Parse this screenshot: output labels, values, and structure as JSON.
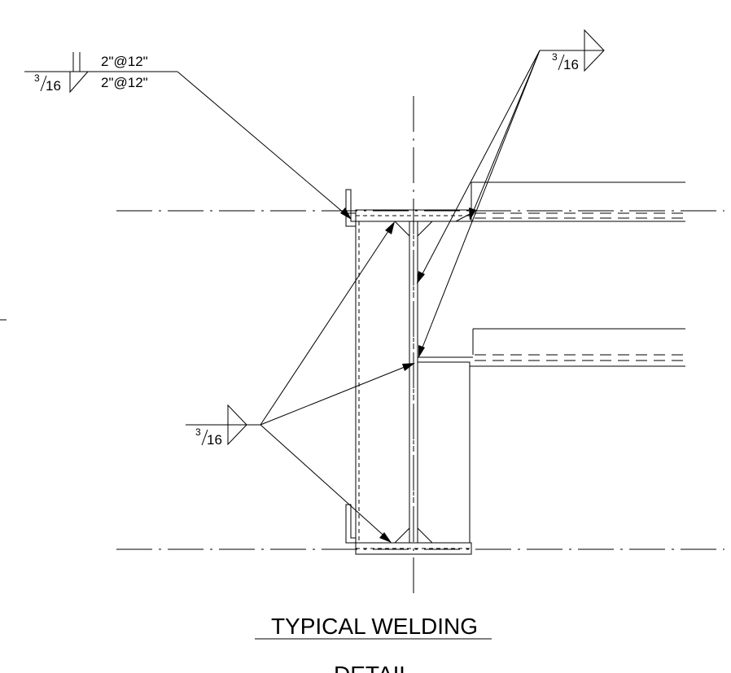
{
  "title": {
    "line1": "TYPICAL WELDING",
    "line2": "DETAIL"
  },
  "welds": {
    "top_left": {
      "size_num": "3",
      "size_den": "16",
      "spacing_arrow_side": "2\"@12\"",
      "spacing_other_side": "2\"@12\"",
      "symbol": "intermittent-fillet-both-sides"
    },
    "top_right": {
      "size_num": "3",
      "size_den": "16",
      "symbol": "fillet-weld-flag"
    },
    "bottom_left": {
      "size_num": "3",
      "size_den": "16",
      "symbol": "fillet-weld-flag"
    }
  }
}
